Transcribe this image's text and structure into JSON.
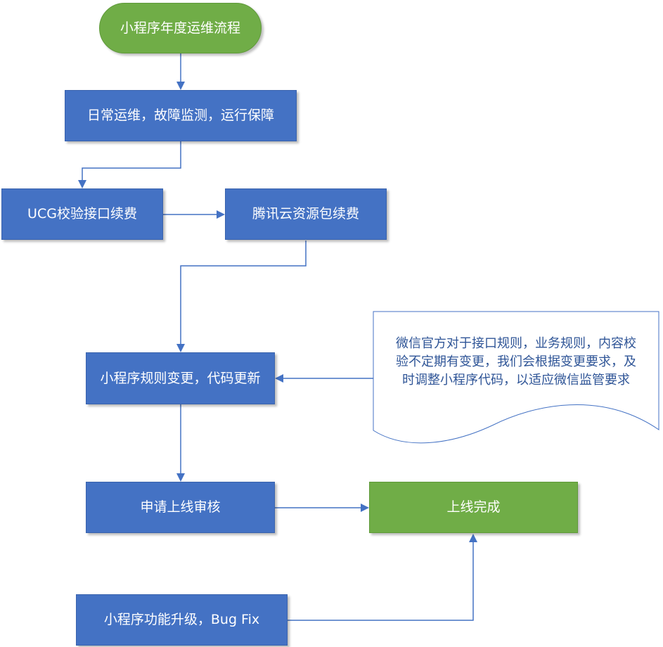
{
  "colors": {
    "box_blue": "#4472c4",
    "box_green": "#70ad47",
    "connector": "#4472c4",
    "note_text": "#2f5597",
    "note_border": "#4472c4"
  },
  "nodes": {
    "start": "小程序年度运维流程",
    "daily_ops": "日常运维，故障监测，运行保障",
    "ucg_renewal": "UCG校验接口续费",
    "tencent_cloud_renewal": "腾讯云资源包续费",
    "rule_change": "小程序规则变更，代码更新",
    "apply_review": "申请上线审核",
    "launch_done": "上线完成",
    "feature_upgrade": "小程序功能升级，Bug Fix"
  },
  "note": {
    "line1": "微信官方对于接口规则，业务规则，内容校",
    "line2": "验不定期有变更，我们会根据变更要求，及",
    "line3": "时调整小程序代码，以适应微信监管要求"
  }
}
